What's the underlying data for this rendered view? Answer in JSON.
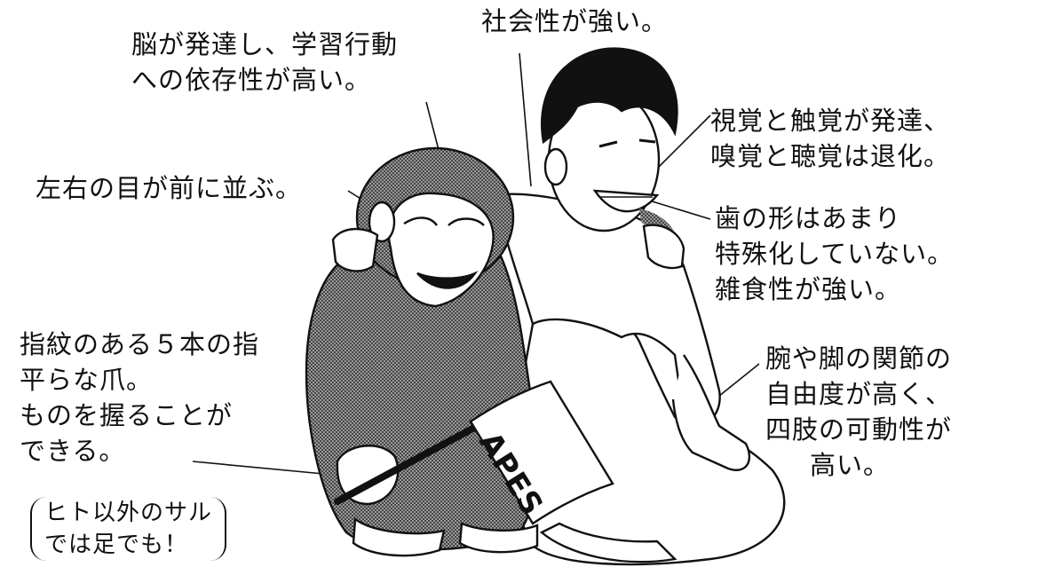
{
  "labels": {
    "brain": [
      "脳が発達し、学習行動",
      "への依存性が高い。"
    ],
    "social": [
      "社会性が強い。"
    ],
    "senses": [
      "視覚と触覚が発達、",
      "嗅覚と聴覚は退化。"
    ],
    "eyes": [
      "左右の目が前に並ぶ。"
    ],
    "teeth": [
      "歯の形はあまり",
      "特殊化していない。",
      "雑食性が強い。"
    ],
    "fingers": [
      "指紋のある５本の指",
      "平らな爪。",
      "ものを握ることが",
      "できる。"
    ],
    "monkeys_note": [
      "ヒト以外のサル",
      "では足でも！"
    ],
    "joints": [
      "腕や脚の関節の",
      "自由度が高く、",
      "四肢の可動性が",
      "高い。"
    ],
    "flag": "APES"
  },
  "colors": {
    "ink": "#111111",
    "fur": "#6e6e6e",
    "background": "#ffffff"
  }
}
